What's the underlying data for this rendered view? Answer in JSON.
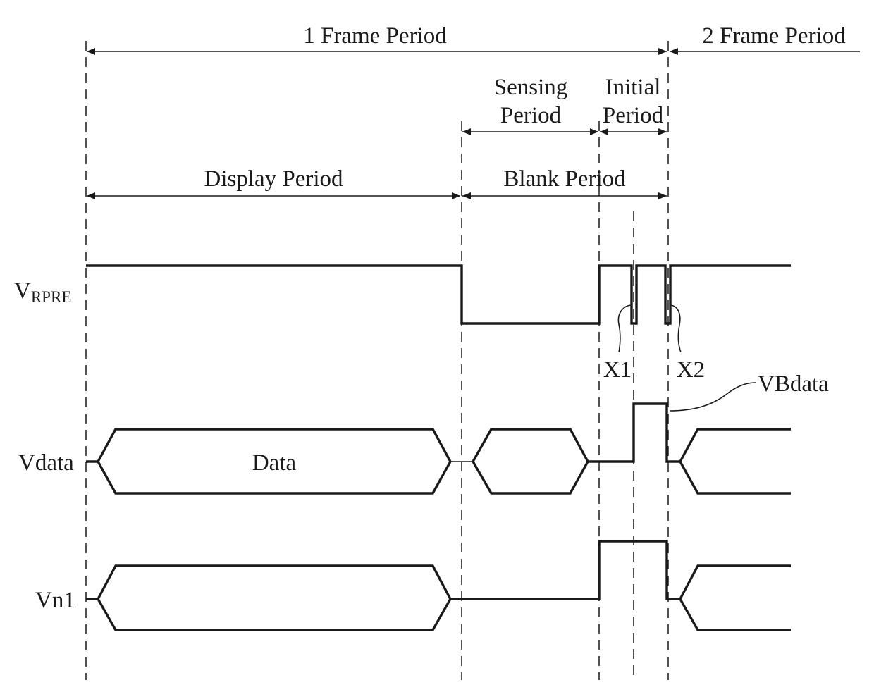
{
  "periods": {
    "frame1": "1 Frame Period",
    "frame2": "2 Frame Period",
    "sensing_line1": "Sensing",
    "sensing_line2": "Period",
    "initial_line1": "Initial",
    "initial_line2": "Period",
    "display": "Display Period",
    "blank": "Blank Period"
  },
  "signals": {
    "vrpre_main": "V",
    "vrpre_sub": "RPRE",
    "vdata": "Vdata",
    "vn1": "Vn1"
  },
  "labels": {
    "data": "Data",
    "x1": "X1",
    "x2": "X2",
    "vbdata": "VBdata"
  }
}
